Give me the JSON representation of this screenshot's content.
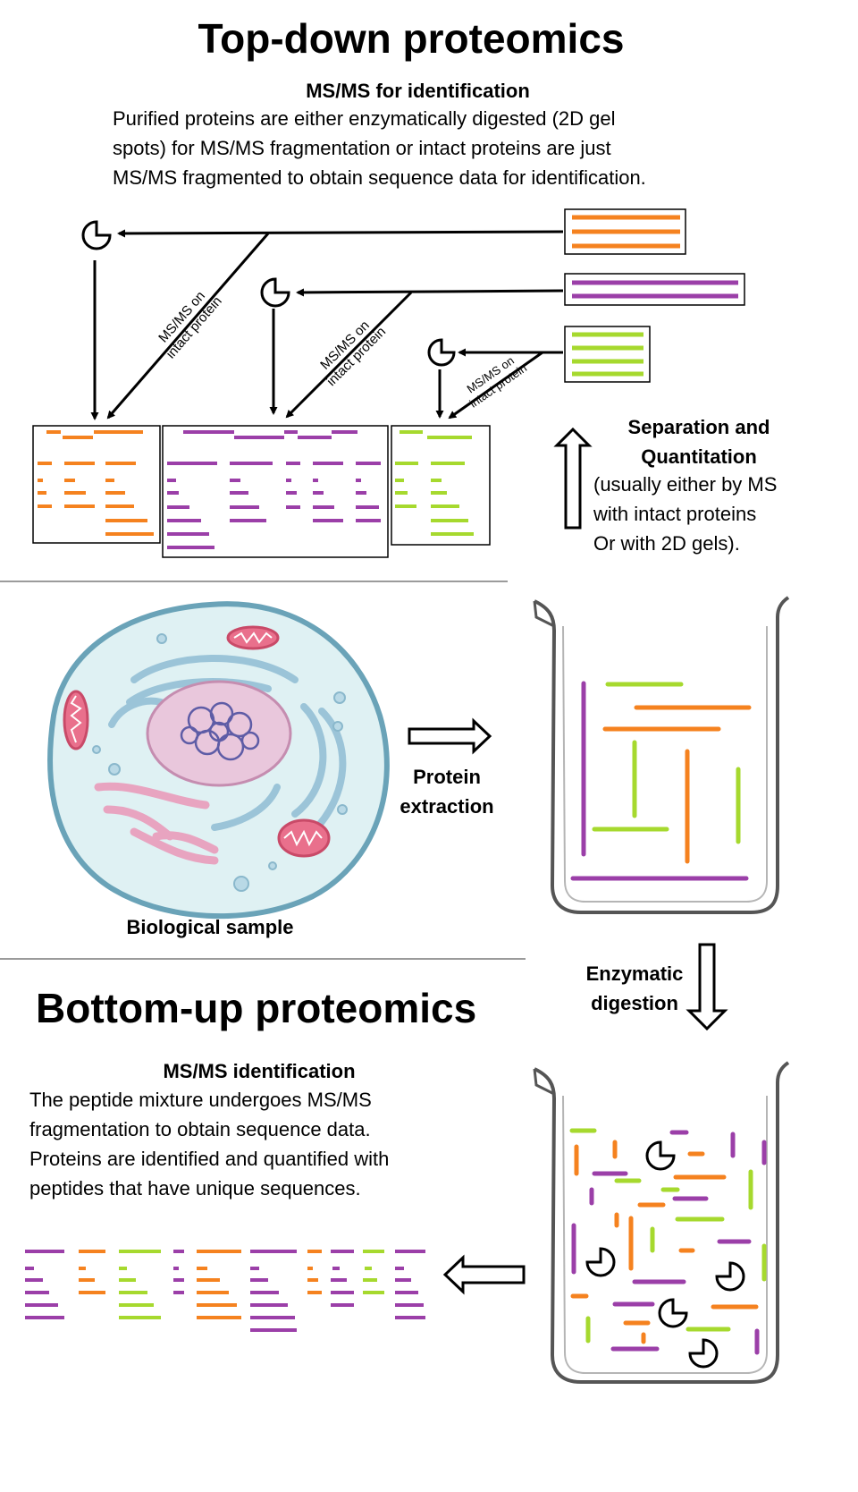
{
  "top_down": {
    "title": "Top-down proteomics",
    "subtitle": "MS/MS for identification",
    "description": [
      "Purified proteins are either enzymatically digested (2D gel",
      "spots) for MS/MS fragmentation or intact proteins are just",
      "MS/MS fragmented to obtain sequence data for identification."
    ],
    "arrow_label": [
      "MS/MS on",
      "intact protein"
    ],
    "separation_label": {
      "title": [
        "Separation and",
        "Quantitation"
      ],
      "note": [
        "(usually either by MS",
        "with intact proteins",
        "Or with 2D gels)."
      ]
    }
  },
  "middle": {
    "sample_label": "Biological sample",
    "extraction_label": [
      "Protein",
      "extraction"
    ],
    "digestion_label": [
      "Enzymatic",
      "digestion"
    ]
  },
  "bottom_up": {
    "title": "Bottom-up proteomics",
    "subtitle": "MS/MS identification",
    "description": [
      "The peptide mixture undergoes MS/MS",
      "fragmentation to obtain sequence data.",
      "Proteins are identified and quantified with",
      "peptides that have unique sequences."
    ]
  },
  "colors": {
    "orange": "#f5821f",
    "purple": "#9b3fa8",
    "green": "#a6d92e",
    "cell_blue": "#b9d9e6",
    "cell_pink": "#e8a4c0"
  },
  "icons": [
    "pacman-enzyme-icon",
    "block-arrow-icon",
    "beaker-icon",
    "cell-illustration"
  ]
}
